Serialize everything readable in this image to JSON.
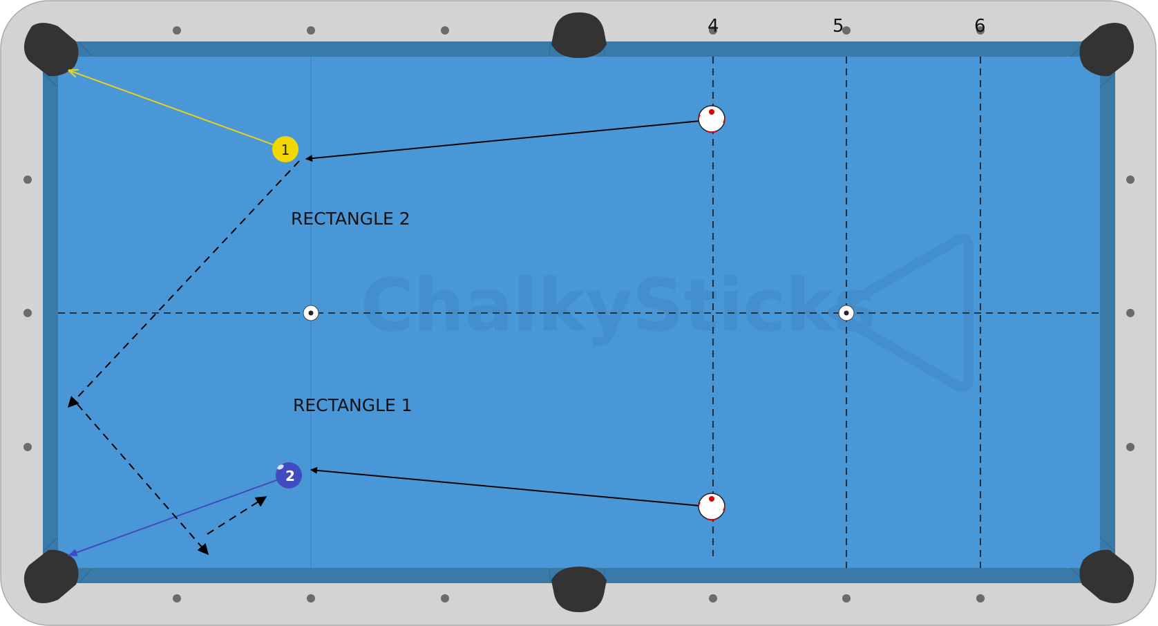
{
  "diagram": {
    "diamond_numbers": [
      "4",
      "5",
      "6"
    ],
    "zone_labels": [
      "RECTANGLE 2",
      "RECTANGLE 1"
    ],
    "balls": {
      "object_1": "1",
      "object_2": "2"
    },
    "watermark": "ChalkySticks"
  },
  "colors": {
    "frame": "#d3d3d3",
    "cushion": "#3a7aa8",
    "cloth": "#4a97d7",
    "pocket": "#333333",
    "ball_1": "#f2d800",
    "ball_2": "#3f4cc0",
    "path_ball_1": "#e8d21a",
    "path_ball_2": "#3f4cc0"
  }
}
